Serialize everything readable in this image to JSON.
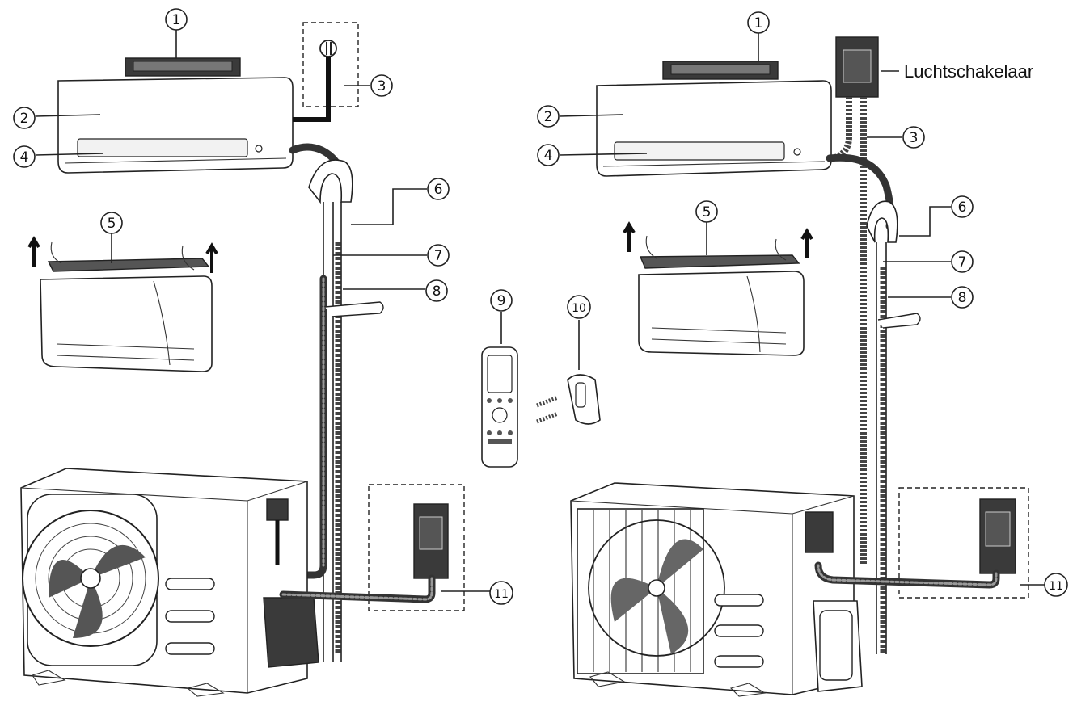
{
  "callouts_left": [
    "1",
    "2",
    "3",
    "4",
    "5",
    "6",
    "7",
    "8",
    "9",
    "10",
    "11"
  ],
  "callouts_right": [
    "1",
    "2",
    "3",
    "4",
    "5",
    "6",
    "7",
    "8",
    "11"
  ],
  "air_switch_label": "Luchtschakelaar",
  "colors": {
    "line": "#222222",
    "dark_part": "#3a3a3a",
    "background": "#ffffff"
  }
}
